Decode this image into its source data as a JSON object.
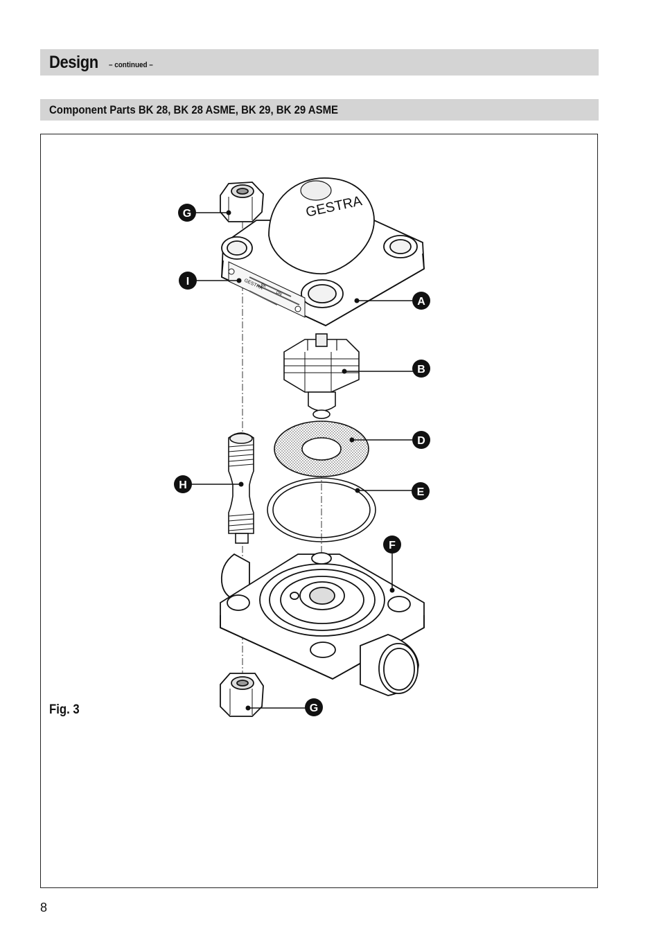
{
  "header": {
    "title": "Design",
    "subtitle": "– continued –"
  },
  "section": {
    "title": "Component Parts BK 28, BK 28 ASME, BK 29, BK 29 ASME"
  },
  "figure": {
    "label": "Fig. 3",
    "brand": "GESTRA",
    "nameplate": [
      "GESTRA",
      "BK",
      "DN"
    ],
    "callouts": [
      "G",
      "I",
      "A",
      "B",
      "D",
      "E",
      "H",
      "F",
      "G"
    ]
  },
  "footer": {
    "page_number": "8"
  }
}
